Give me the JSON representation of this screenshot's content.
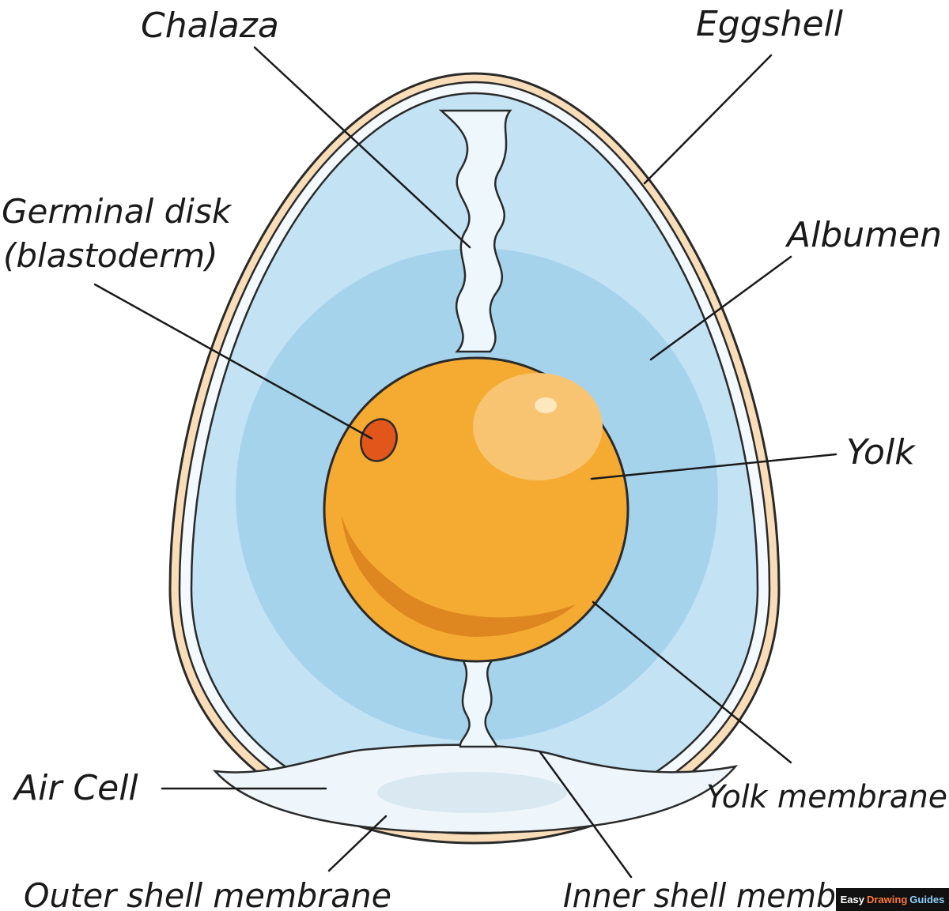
{
  "labels": {
    "chalaza": "Chalaza",
    "eggshell": "Eggshell",
    "germinal_disk_line1": "Germinal disk",
    "germinal_disk_line2": "(blastoderm)",
    "albumen": "Albumen",
    "yolk": "Yolk",
    "air_cell": "Air Cell",
    "yolk_membrane": "Yolk membrane",
    "outer_shell_membrane": "Outer shell membrane",
    "inner_shell_membrane": "Inner shell memb"
  },
  "watermark": {
    "word1": "Easy",
    "word2": "Drawing",
    "word3": "Guides"
  },
  "colors": {
    "shell": "#f9dcb8",
    "albumen_outer": "#c3e3f5",
    "albumen_inner": "#a6d3ec",
    "yolk": "#f5ab32",
    "yolk_shadow": "#de861f",
    "yolk_highlight": "#f8c471",
    "germinal_disk": "#e2561c",
    "chalaza": "#edf7fc",
    "air_cell": "#dbeaf3"
  }
}
